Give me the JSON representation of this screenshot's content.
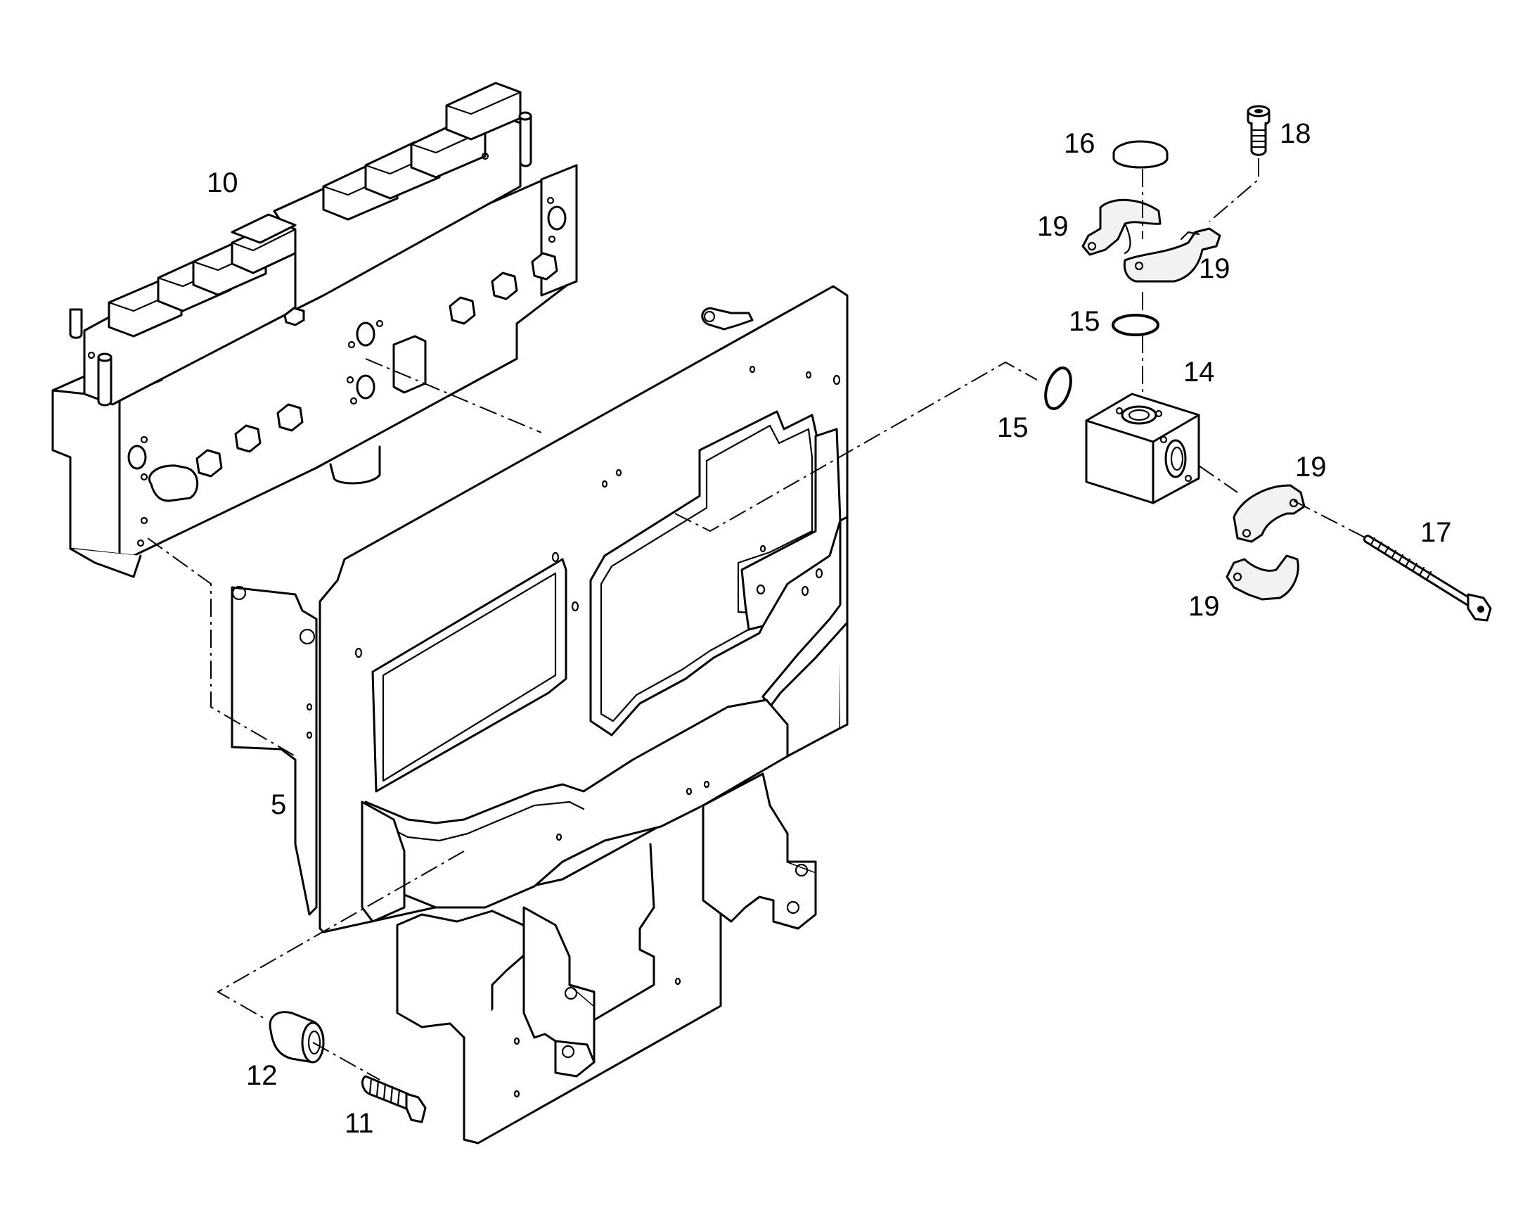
{
  "callouts": [
    {
      "id": "c5",
      "text": "5"
    },
    {
      "id": "c10",
      "text": "10"
    },
    {
      "id": "c11",
      "text": "11"
    },
    {
      "id": "c12",
      "text": "12"
    },
    {
      "id": "c14",
      "text": "14"
    },
    {
      "id": "c15a",
      "text": "15"
    },
    {
      "id": "c15b",
      "text": "15"
    },
    {
      "id": "c16",
      "text": "16"
    },
    {
      "id": "c17",
      "text": "17"
    },
    {
      "id": "c18",
      "text": "18"
    },
    {
      "id": "c19a",
      "text": "19"
    },
    {
      "id": "c19b",
      "text": "19"
    },
    {
      "id": "c19c",
      "text": "19"
    },
    {
      "id": "c19d",
      "text": "19"
    }
  ]
}
